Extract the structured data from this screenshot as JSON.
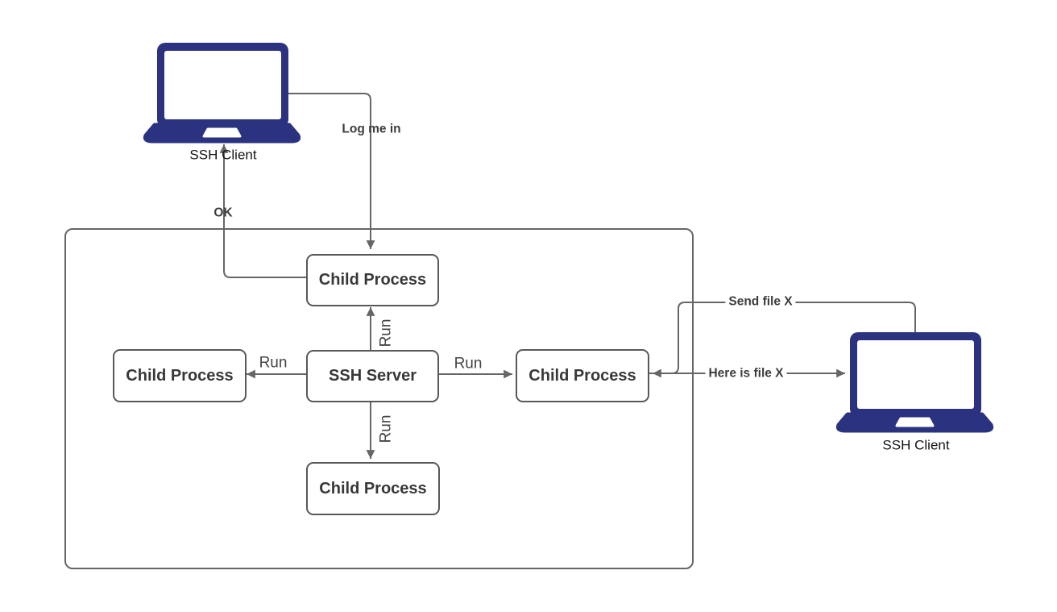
{
  "diagram": {
    "title": "SSH client-server process diagram",
    "clients": {
      "left_label": "SSH Client",
      "right_label": "SSH Client"
    },
    "nodes": {
      "child_top": "Child Process",
      "child_left": "Child Process",
      "ssh_server": "SSH Server",
      "child_right": "Child Process",
      "child_bottom": "Child Process"
    },
    "edges": {
      "log_me_in": "Log me in",
      "ok": "OK",
      "run_up": "Run",
      "run_left": "Run",
      "run_right": "Run",
      "run_down": "Run",
      "send_file": "Send file X",
      "here_is_file": "Here is file X"
    },
    "colors": {
      "laptop": "#2b3380",
      "line": "#666666",
      "box_border": "#585858",
      "text": "#3d3d3d"
    }
  }
}
